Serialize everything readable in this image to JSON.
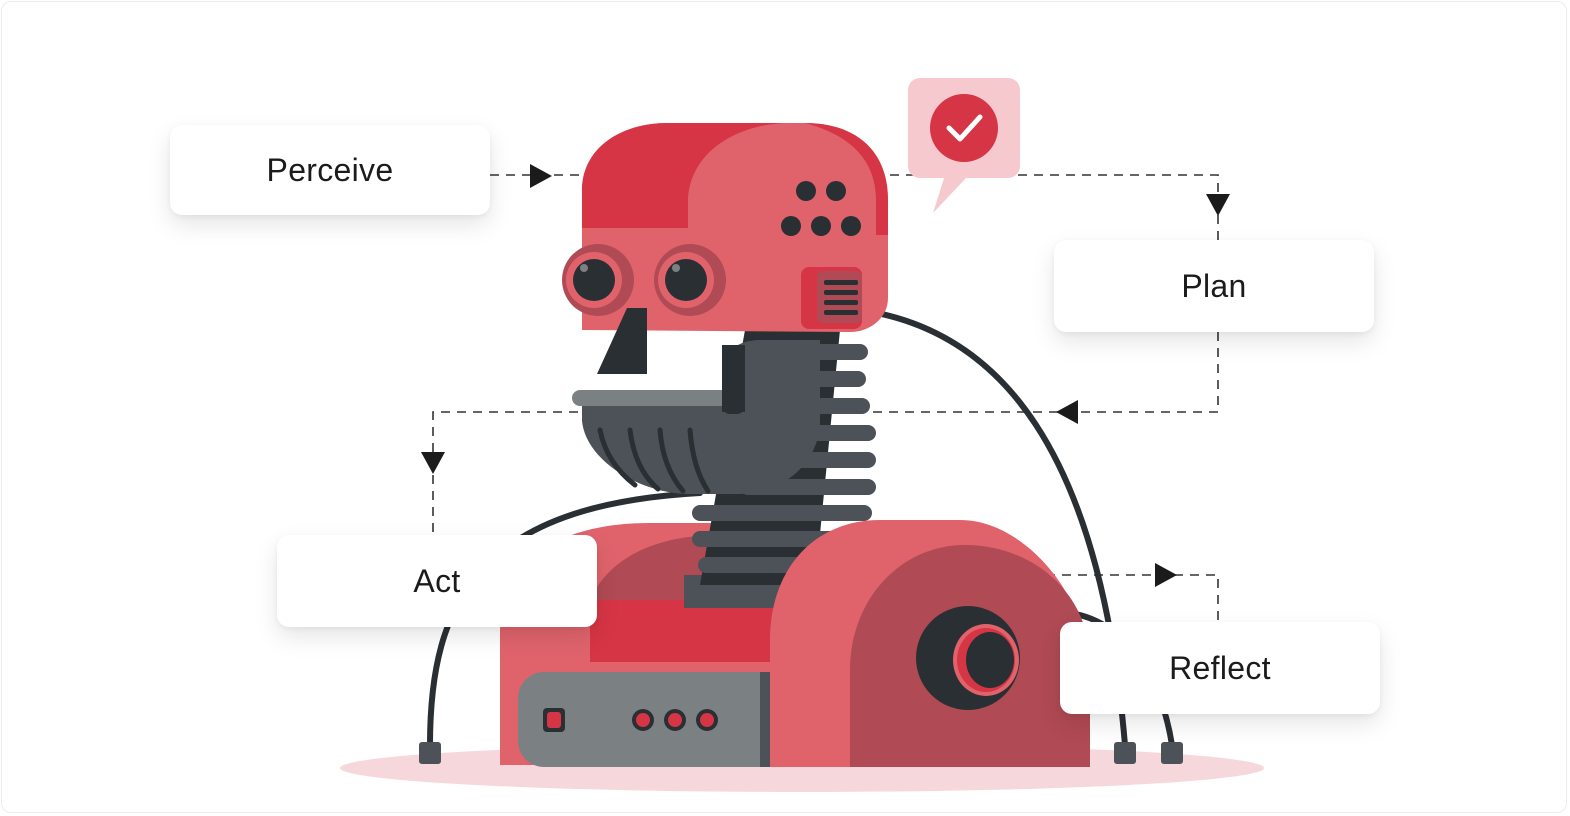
{
  "diagram": {
    "steps": [
      {
        "id": "perceive",
        "label": "Perceive"
      },
      {
        "id": "plan",
        "label": "Plan"
      },
      {
        "id": "act",
        "label": "Act"
      },
      {
        "id": "reflect",
        "label": "Reflect"
      }
    ],
    "colors": {
      "robot_red": "#d63545",
      "robot_pink": "#e0636c",
      "robot_dark_red": "#b04a54",
      "robot_gray": "#4c5257",
      "robot_light_gray": "#7b8083",
      "robot_black": "#2a2f33",
      "shadow_pink": "#f6d8dc",
      "bubble_pink": "#f6c9cf",
      "arrow": "#1b1b1b"
    },
    "icons": [
      "checkmark-icon",
      "speech-bubble-icon"
    ]
  }
}
